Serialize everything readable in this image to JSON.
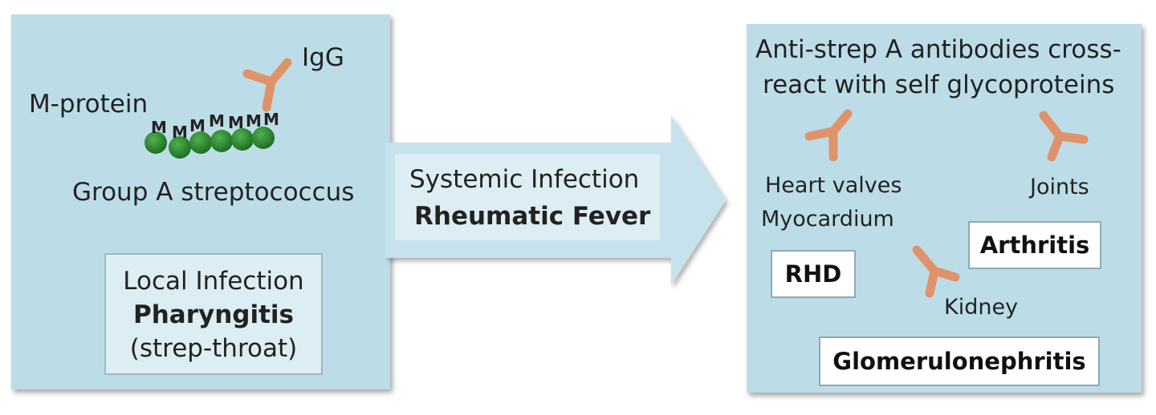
{
  "left": {
    "igg_label": "IgG",
    "mprotein_label": "M-protein",
    "m_letters": [
      "M",
      "M",
      "M",
      "M",
      "M",
      "M",
      "M"
    ],
    "bacterium_label": "Group A streptococcus",
    "local_box": {
      "line1": "Local Infection",
      "line2": "Pharyngitis",
      "line3": "(strep-throat)"
    }
  },
  "arrow": {
    "line1": "Systemic Infection",
    "line2": "Rheumatic Fever"
  },
  "right": {
    "header_line1": "Anti-strep A antibodies cross-",
    "header_line2": "react with self glycoproteins",
    "heart_line1": "Heart valves",
    "heart_line2": "Myocardium",
    "joints_label": "Joints",
    "kidney_label": "Kidney",
    "rhd_label": "RHD",
    "arthritis_label": "Arthritis",
    "glomerulo_label": "Glomerulonephritis"
  },
  "colors": {
    "panel": "#bcdde8",
    "antibody": "#e0936a",
    "bacteria": "#2f8a2f",
    "arrow": "#c6e2ec"
  }
}
